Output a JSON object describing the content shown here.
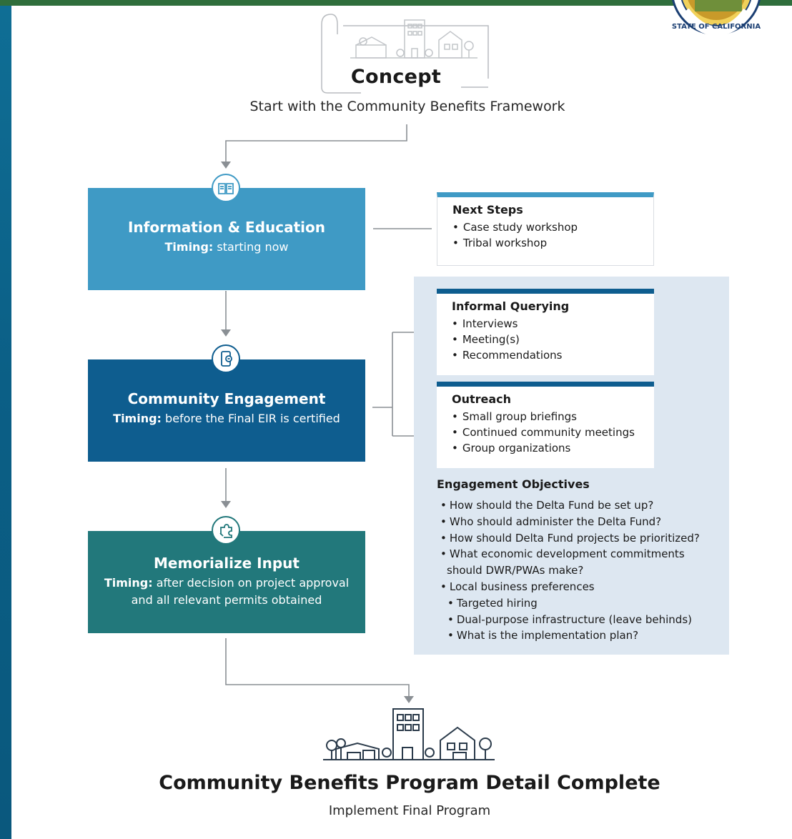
{
  "concept": {
    "title": "Concept",
    "subtitle": "Start with the Community Benefits Framework"
  },
  "seal": {
    "text": "STATE OF CALIFORNIA"
  },
  "steps": [
    {
      "title": "Information & Education",
      "timing_label": "Timing:",
      "timing_text": " starting now",
      "icon": "book-icon"
    },
    {
      "title": "Community Engagement",
      "timing_label": "Timing:",
      "timing_text": " before the Final EIR is certified",
      "icon": "mobile-chat-icon"
    },
    {
      "title": "Memorialize Input",
      "timing_label": "Timing:",
      "timing_text": " after decision on project approval",
      "timing_text2": "and all relevant permits obtained",
      "icon": "puzzle-hand-icon"
    }
  ],
  "next_steps": {
    "title": "Next Steps",
    "items": [
      "Case study workshop",
      "Tribal workshop"
    ]
  },
  "informal_querying": {
    "title": "Informal Querying",
    "items": [
      "Interviews",
      "Meeting(s)",
      "Recommendations"
    ]
  },
  "outreach": {
    "title": "Outreach",
    "items": [
      "Small group briefings",
      "Continued community meetings",
      "Group organizations"
    ]
  },
  "engagement_objectives": {
    "title": "Engagement Objectives",
    "items": [
      "How should the Delta Fund be set up?",
      "Who should administer the Delta Fund?",
      "How should Delta Fund projects be prioritized?",
      "What economic development commitments should DWR/PWAs make?",
      "Local business preferences"
    ],
    "sub_items": [
      "Targeted hiring",
      "Dual-purpose infrastructure (leave behinds)",
      "What is the implementation plan?"
    ]
  },
  "final": {
    "title": "Community Benefits Program Detail Complete",
    "subtitle": "Implement Final Program"
  },
  "colors": {
    "step1": "#3f9ac5",
    "step2": "#0e5d8f",
    "step3": "#22787b",
    "panel": "#dde7f1",
    "topbar": "#2f6e3c"
  }
}
